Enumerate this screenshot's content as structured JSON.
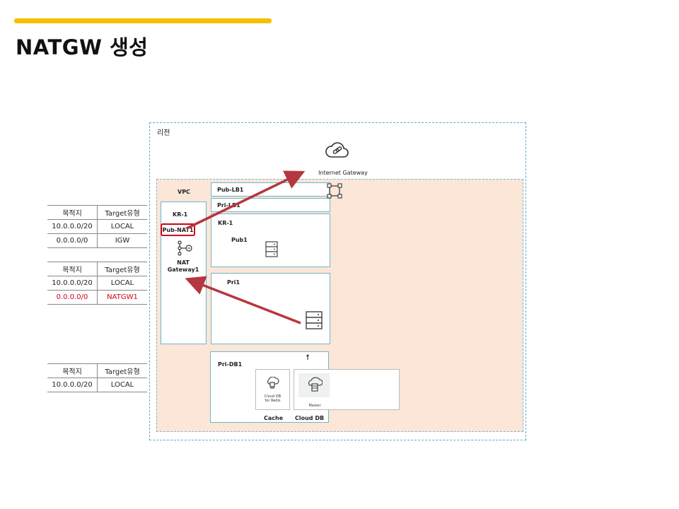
{
  "page": {
    "title": "NATGW 생성"
  },
  "colors": {
    "accent_bar": "#f5c000",
    "arrow": "#b5373f",
    "highlight": "#d0021b",
    "vpc_fill": "#fbe6d8",
    "border": "#6fb5c8"
  },
  "diagram": {
    "region_label": "리전",
    "vpc_label": "VPC",
    "internet_gateway": {
      "label": "Internet Gateway",
      "icon": "cloud-link-icon"
    },
    "left_zone": {
      "zone_label": "KR-1",
      "nat_subnet_label": "Pub-NAT1",
      "nat_gateway_line1": "NAT",
      "nat_gateway_line2": "Gateway1",
      "nat_icon": "nat-gateway-icon"
    },
    "pub_lb1_label": "Pub-LB1",
    "pri_lb1_label": "Pri-LB1",
    "lb_icon": "load-balancer-icon",
    "right_zone": {
      "zone_label": "KR-1",
      "pub1_label": "Pub1",
      "server_icon": "server-icon"
    },
    "pri1_label": "Pri1",
    "pri_db1_label": "Pri-DB1",
    "cache_service_line1": "Cloud DB",
    "cache_service_line2": "for Redis",
    "cache_label": "Cache",
    "db_master_label": "Master",
    "cloud_db_label": "Cloud DB"
  },
  "route_tables": [
    {
      "headers": [
        "목적지",
        "Target유형"
      ],
      "rows": [
        [
          "10.0.0.0/20",
          "LOCAL"
        ],
        [
          "0.0.0.0/0",
          "IGW"
        ]
      ]
    },
    {
      "headers": [
        "목적지",
        "Target유형"
      ],
      "rows": [
        [
          "10.0.0.0/20",
          "LOCAL"
        ],
        [
          "0.0.0.0/0",
          "NATGW1"
        ]
      ]
    },
    {
      "headers": [
        "목적지",
        "Target유형"
      ],
      "rows": [
        [
          "10.0.0.0/20",
          "LOCAL"
        ]
      ]
    }
  ]
}
